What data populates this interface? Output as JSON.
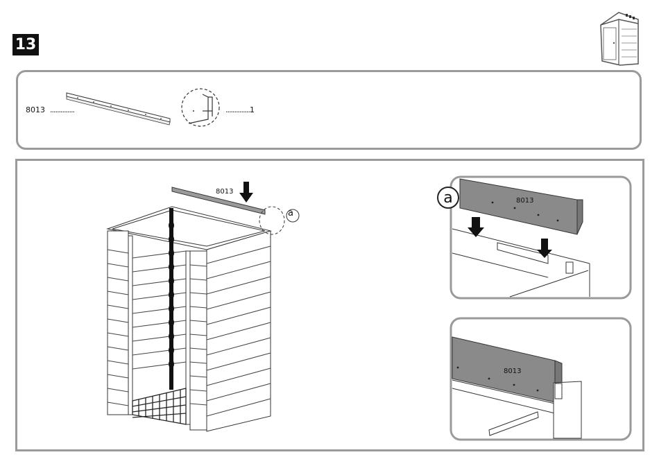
{
  "step": {
    "number": "13"
  },
  "parts": {
    "part_number": "8013",
    "leader_dots": "..............",
    "qty_dots": "...............",
    "quantity": "1"
  },
  "assembly": {
    "part_label": "8013",
    "detail_marker": "a"
  },
  "detail_top": {
    "marker": "a",
    "part_label": "8013"
  },
  "detail_bottom": {
    "part_label": "8013"
  }
}
